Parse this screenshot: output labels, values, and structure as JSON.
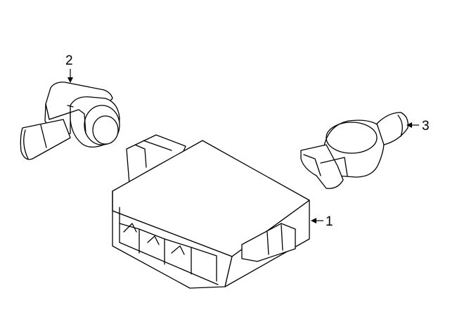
{
  "callouts": {
    "part1": "1",
    "part2": "2",
    "part3": "3"
  },
  "parts": [
    {
      "number": "1",
      "icon": "control-module-icon"
    },
    {
      "number": "2",
      "icon": "parking-sensor-icon"
    },
    {
      "number": "3",
      "icon": "sensor-bracket-icon"
    }
  ]
}
